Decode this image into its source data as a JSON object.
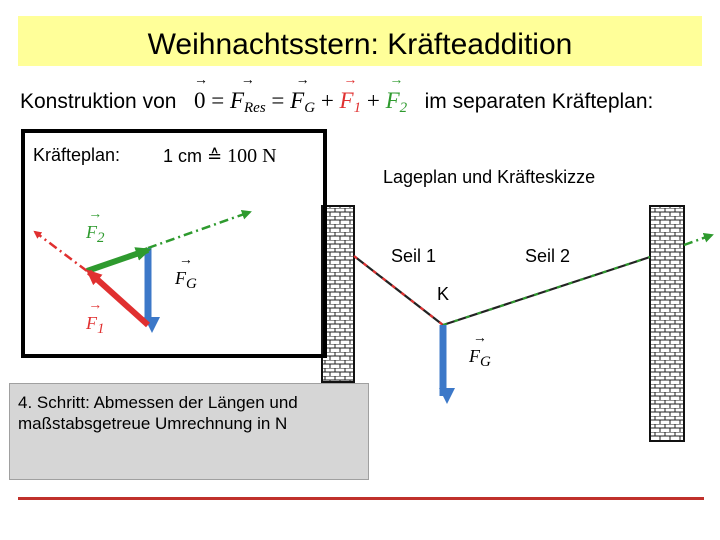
{
  "title": "Weihnachtsstern: Kräfteaddition",
  "construction": {
    "prefix": "Konstruktion von",
    "zero": "0",
    "equals": "=",
    "f_res": "F",
    "f_res_sub": "Res",
    "plus": "+",
    "f_g": "F",
    "f_g_sub": "G",
    "f_1": "F",
    "f_1_sub": "1",
    "f_2": "F",
    "f_2_sub": "2",
    "suffix": "im separaten Kräfteplan:"
  },
  "force_plan": {
    "label": "Kräfteplan:",
    "scale_lhs": "1 cm",
    "scale_symbol": "≙",
    "scale_rhs": "100 N",
    "f2_label": "F",
    "f2_sub": "2",
    "fg_label": "F",
    "fg_sub": "G",
    "f1_label": "F",
    "f1_sub": "1"
  },
  "layout_plan": {
    "title": "Lageplan und Kräfteskizze",
    "rope1": "Seil 1",
    "rope2": "Seil 2",
    "knot": "K",
    "fg_label": "F",
    "fg_sub": "G"
  },
  "step": {
    "text": "4. Schritt: Abmessen der Längen und maßstabsgetreue Umrechnung in N"
  },
  "colors": {
    "title_bg": "#ffff99",
    "red": "#e03030",
    "green": "#2e9a2e",
    "blue": "#3c78c8",
    "line_red": "#c0312b"
  }
}
